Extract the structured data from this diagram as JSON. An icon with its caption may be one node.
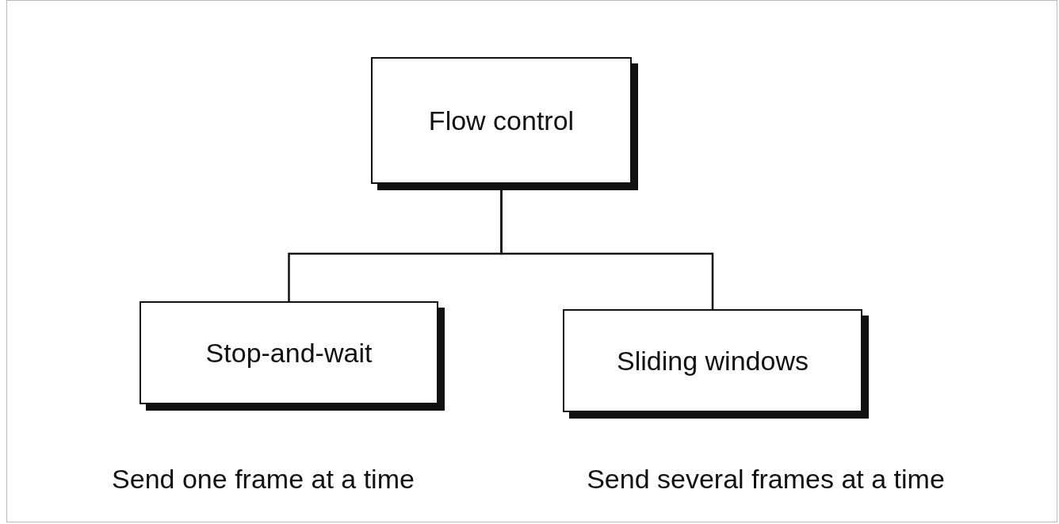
{
  "diagram": {
    "nodes": [
      {
        "text": [
          "Flow control"
        ]
      },
      {
        "text": [
          "Stop-and-wait"
        ],
        "beside": [
          "Send one frame at a time"
        ]
      },
      {
        "text": [
          "Sliding windows"
        ],
        "beside": [
          "Send several frames at a time"
        ]
      }
    ],
    "edges": [
      {
        "from": 0,
        "to": 1,
        "arrow": "none"
      },
      {
        "from": 0,
        "to": 2,
        "arrow": "none"
      }
    ]
  }
}
